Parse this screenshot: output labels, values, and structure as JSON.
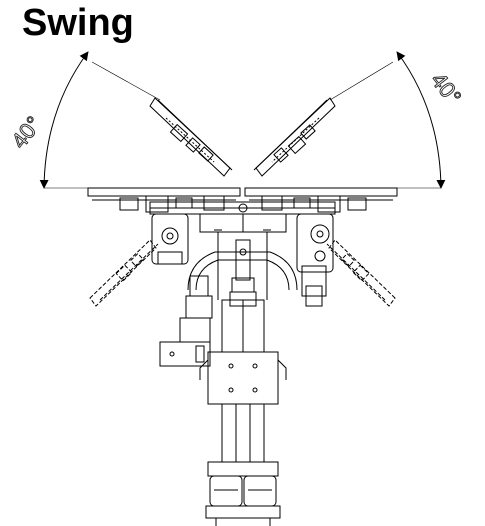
{
  "title": "Swing",
  "angle_left": "40°",
  "angle_right": "40°"
}
